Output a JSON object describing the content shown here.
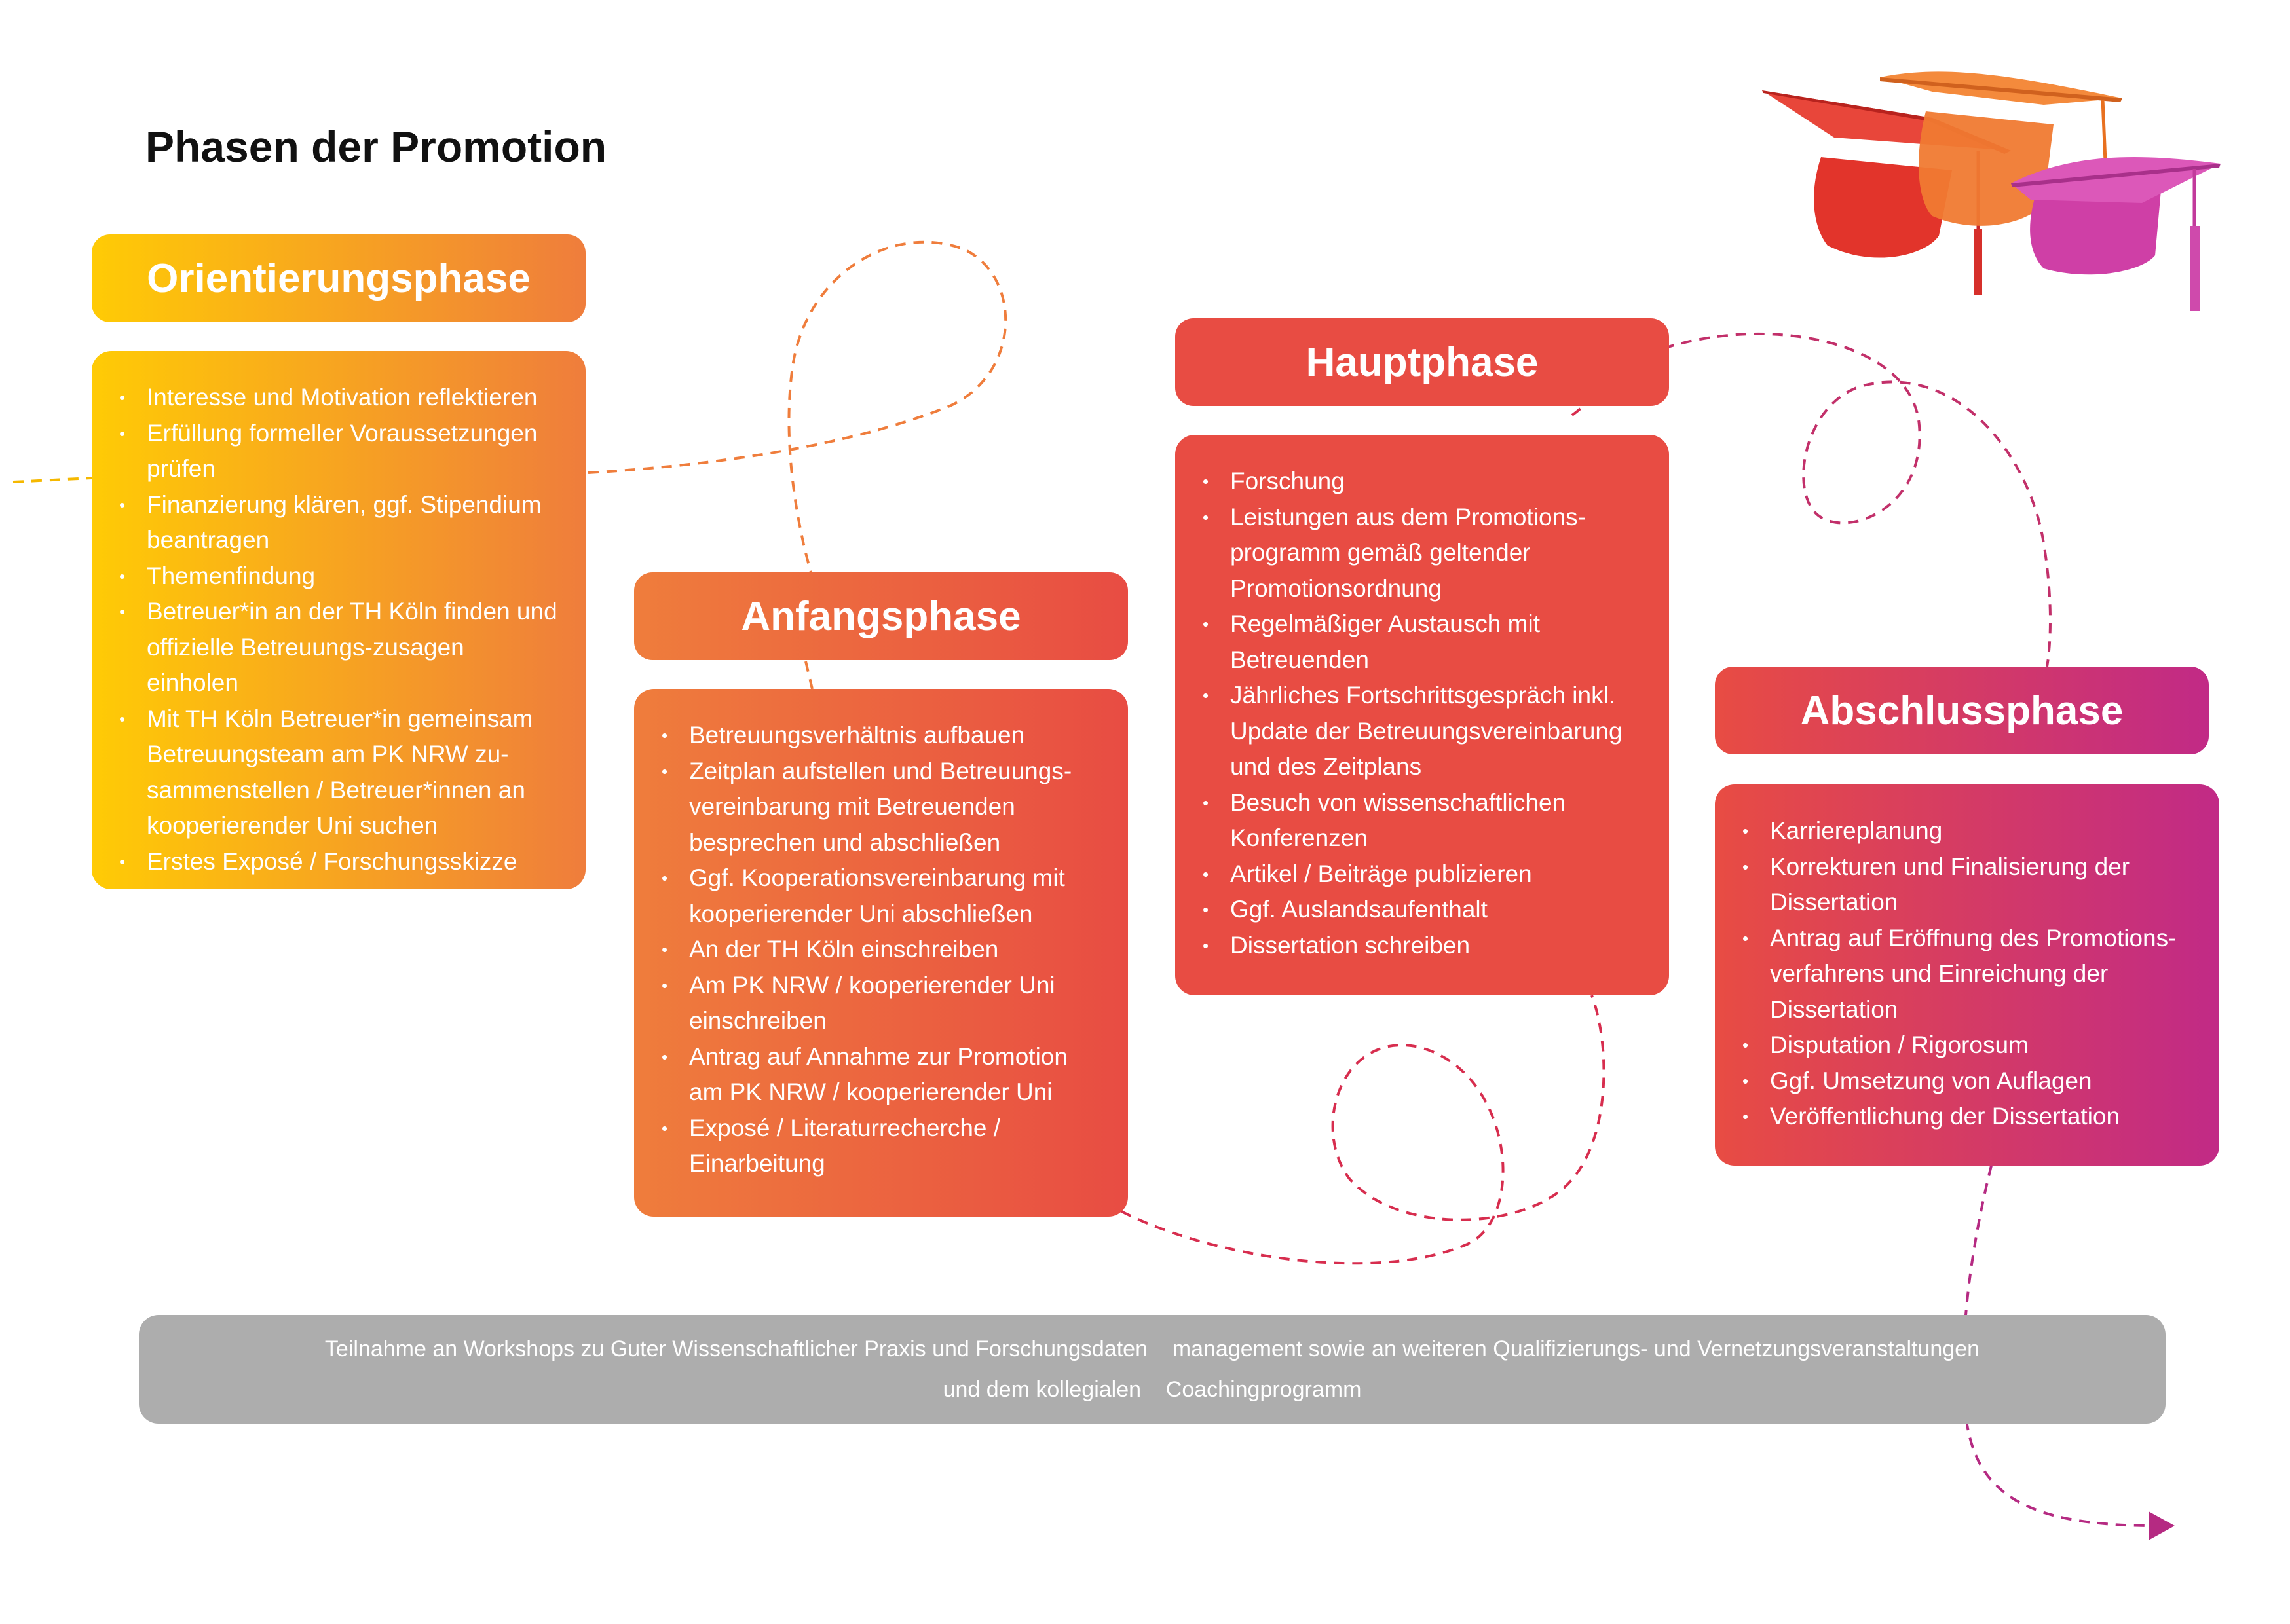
{
  "title": "Phasen der Promotion",
  "colors": {
    "orientation_gradient": [
      "#ffcb05",
      "#ef7d3c"
    ],
    "start_gradient": [
      "#ef7d3c",
      "#e84c43"
    ],
    "main": "#e84c43",
    "final_gradient": [
      "#e84c43",
      "#c12a86"
    ],
    "footer": "#adadad",
    "dash_orange": "#ef7d3c",
    "dash_red": "#d72d4e",
    "dash_purple": "#b52a82"
  },
  "phases": [
    {
      "title": "Orientierungsphase",
      "items": [
        "Interesse und Motivation reflektieren",
        "Erfüllung formeller Voraussetzungen prüfen",
        "Finanzierung klären, ggf. Stipendium beantragen",
        "Themenfindung",
        "Betreuer*in an der TH Köln finden und offizielle Betreuungs-zusagen einholen",
        "Mit TH Köln Betreuer*in gemeinsam Betreuungsteam am PK NRW zu-sammenstellen / Betreuer*innen an kooperierender Uni suchen",
        "Erstes Exposé / Forschungsskizze"
      ]
    },
    {
      "title": "Anfangsphase",
      "items": [
        "Betreuungsverhältnis aufbauen",
        "Zeitplan aufstellen und Betreuungs-vereinbarung mit Betreuenden besprechen und abschließen",
        "Ggf. Kooperationsvereinbarung mit kooperierender Uni abschließen",
        "An der TH Köln einschreiben",
        "Am PK NRW / kooperierender Uni einschreiben",
        "Antrag auf Annahme zur Promotion am PK NRW / kooperierender Uni",
        "Exposé / Literaturrecherche / Einarbeitung"
      ]
    },
    {
      "title": "Hauptphase",
      "items": [
        "Forschung",
        "Leistungen aus dem Promotions-programm gemäß geltender Promotionsordnung",
        "Regelmäßiger Austausch mit Betreuenden",
        "Jährliches Fortschrittsgespräch inkl. Update der Betreuungsvereinbarung und des Zeitplans",
        "Besuch von wissenschaftlichen Konferenzen",
        "Artikel / Beiträge publizieren",
        "Ggf. Auslandsaufenthalt",
        "Dissertation schreiben"
      ]
    },
    {
      "title": "Abschlussphase",
      "items": [
        "Karriereplanung",
        "Korrekturen und Finalisierung der Dissertation",
        "Antrag auf Eröffnung des Promotions-verfahrens und Einreichung der Dissertation",
        "Disputation / Rigorosum",
        "Ggf. Umsetzung von Auflagen",
        "Veröffentlichung der Dissertation"
      ]
    }
  ],
  "footer": {
    "line1": "Teilnahme an Workshops zu Guter Wissenschaftlicher Praxis und Forschungsdaten    management sowie an weiteren Qualifizierungs- und Vernetzungsveranstaltungen",
    "line2": "und dem kollegialen    Coachingprogramm"
  },
  "icons": [
    "graduation-cap-red",
    "graduation-cap-orange",
    "graduation-cap-purple"
  ]
}
